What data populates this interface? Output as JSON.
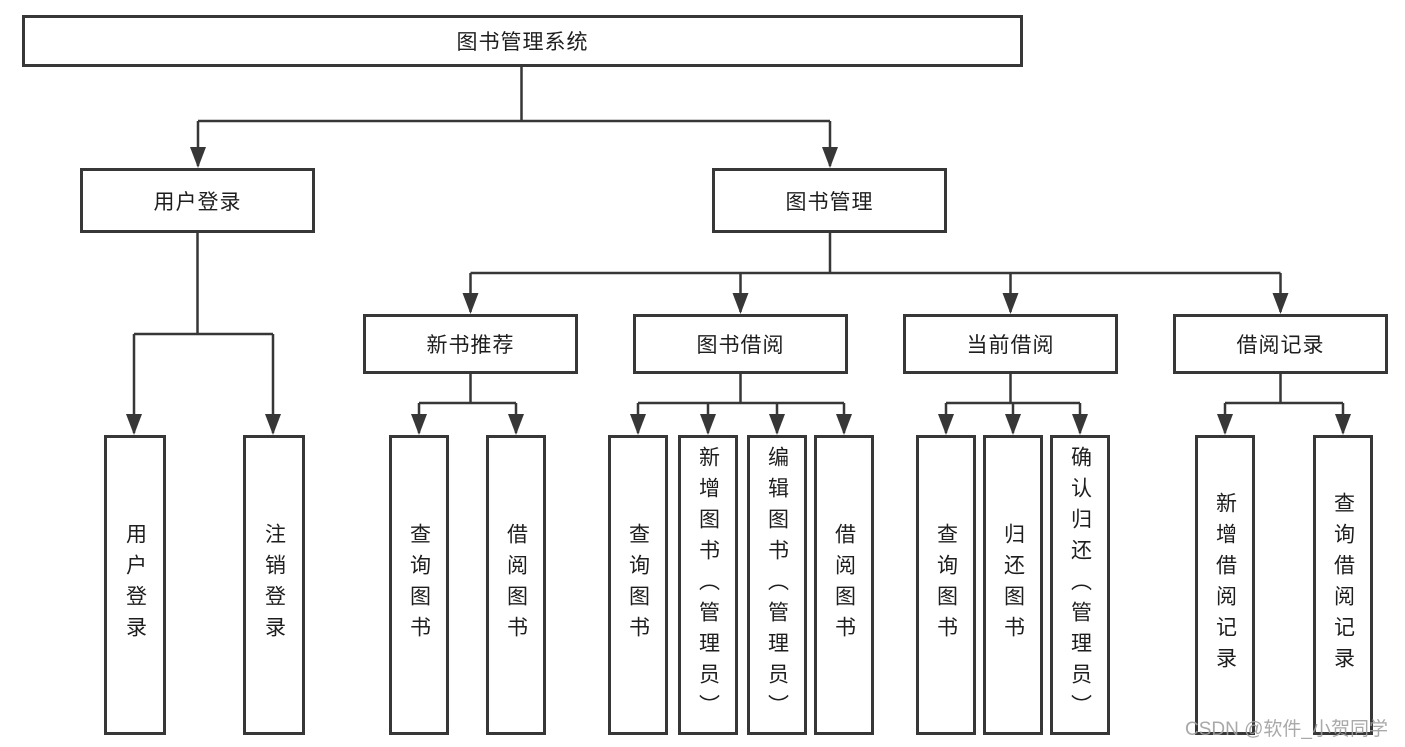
{
  "tree": {
    "label": "图书管理系统",
    "children": [
      {
        "label": "用户登录",
        "children": [
          {
            "label": "用户登录"
          },
          {
            "label": "注销登录"
          }
        ]
      },
      {
        "label": "图书管理",
        "children": [
          {
            "label": "新书推荐",
            "children": [
              {
                "label": "查询图书"
              },
              {
                "label": "借阅图书"
              }
            ]
          },
          {
            "label": "图书借阅",
            "children": [
              {
                "label": "查询图书"
              },
              {
                "label": "新增图书（管理员）"
              },
              {
                "label": "编辑图书（管理员）"
              },
              {
                "label": "借阅图书"
              }
            ]
          },
          {
            "label": "当前借阅",
            "children": [
              {
                "label": "查询图书"
              },
              {
                "label": "归还图书"
              },
              {
                "label": "确认归还（管理员）"
              }
            ]
          },
          {
            "label": "借阅记录",
            "children": [
              {
                "label": "新增借阅记录"
              },
              {
                "label": "查询借阅记录"
              }
            ]
          }
        ]
      }
    ]
  },
  "watermark": {
    "text": "CSDN @软件_小贺同学"
  },
  "colors": {
    "line": "#373737",
    "box_border": "#373737",
    "text": "#1e1e1e",
    "watermark": "#a0a0a0",
    "background": "#ffffff"
  }
}
